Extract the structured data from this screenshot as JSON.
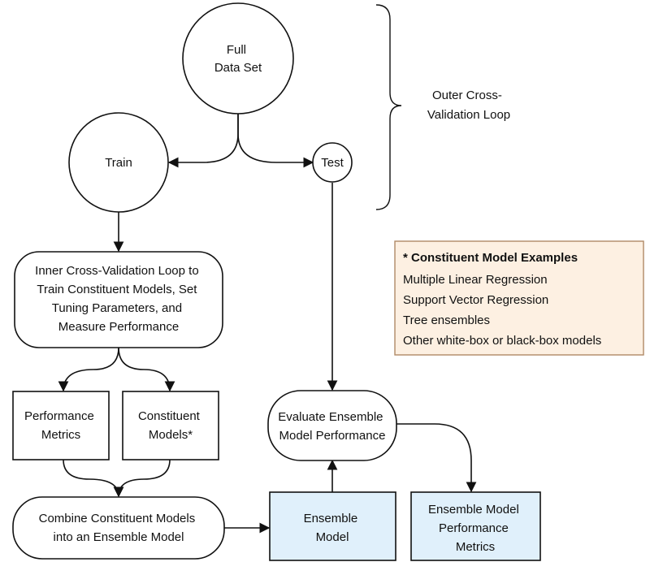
{
  "nodes": {
    "full_data_set": [
      "Full",
      "Data Set"
    ],
    "train": [
      "Train"
    ],
    "test": [
      "Test"
    ],
    "inner_cv": [
      "Inner Cross-Validation Loop to",
      "Train Constituent Models, Set",
      "Tuning Parameters, and",
      "Measure Performance"
    ],
    "performance_metrics": [
      "Performance",
      "Metrics"
    ],
    "constituent_models": [
      "Constituent",
      "Models*"
    ],
    "combine": [
      "Combine Constituent Models",
      "into an Ensemble Model"
    ],
    "ensemble_model": [
      "Ensemble",
      "Model"
    ],
    "evaluate": [
      "Evaluate Ensemble",
      "Model Performance"
    ],
    "ensemble_metrics": [
      "Ensemble Model",
      "Performance",
      "Metrics"
    ]
  },
  "outer_loop_label": [
    "Outer Cross-",
    "Validation Loop"
  ],
  "legend": {
    "title": "* Constituent Model Examples",
    "items": [
      "Multiple Linear Regression",
      "Support Vector Regression",
      "Tree ensembles",
      "Other white-box or black-box models"
    ]
  },
  "colors": {
    "stroke": "#111111",
    "highlight_fill": "#e0f0fb",
    "legend_fill": "#fdf0e2",
    "legend_border": "#b08a66"
  }
}
